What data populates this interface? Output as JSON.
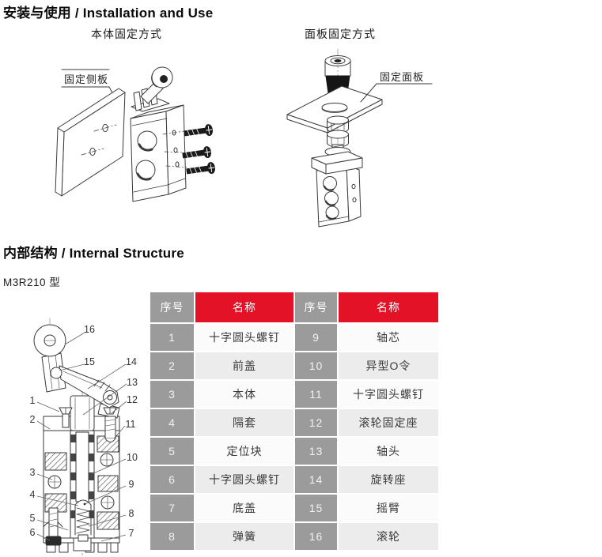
{
  "page": {
    "installation_title": "安装与使用 / Installation and Use",
    "internal_title": "内部结构 / Internal Structure",
    "model": "M3R210 型"
  },
  "installation": {
    "body_mount_caption": "本体固定方式",
    "panel_mount_caption": "面板固定方式",
    "side_plate_label": "固定侧板",
    "panel_label": "固定面板"
  },
  "parts_table": {
    "headers": [
      "序号",
      "名称",
      "序号",
      "名称"
    ],
    "rows": [
      {
        "no_left": "1",
        "name_left": "十字圆头螺钉",
        "no_right": "9",
        "name_right": "轴芯"
      },
      {
        "no_left": "2",
        "name_left": "前盖",
        "no_right": "10",
        "name_right": "异型O令"
      },
      {
        "no_left": "3",
        "name_left": "本体",
        "no_right": "11",
        "name_right": "十字圆头螺钉"
      },
      {
        "no_left": "4",
        "name_left": "隔套",
        "no_right": "12",
        "name_right": "滚轮固定座"
      },
      {
        "no_left": "5",
        "name_left": "定位块",
        "no_right": "13",
        "name_right": "轴头"
      },
      {
        "no_left": "6",
        "name_left": "十字圆头螺钉",
        "no_right": "14",
        "name_right": "旋转座"
      },
      {
        "no_left": "7",
        "name_left": "底盖",
        "no_right": "15",
        "name_right": "摇臂"
      },
      {
        "no_left": "8",
        "name_left": "弹簧",
        "no_right": "16",
        "name_right": "滚轮"
      }
    ]
  },
  "internal_diagram": {
    "callouts": [
      "1",
      "2",
      "3",
      "4",
      "5",
      "6",
      "7",
      "8",
      "9",
      "10",
      "11",
      "12",
      "13",
      "14",
      "15",
      "16"
    ]
  },
  "colors": {
    "header_red": "#e31227",
    "header_gray": "#9b9b9b",
    "row_light": "#fbfbfb",
    "row_shade": "#ececec",
    "line_art": "#3a3a3a"
  }
}
